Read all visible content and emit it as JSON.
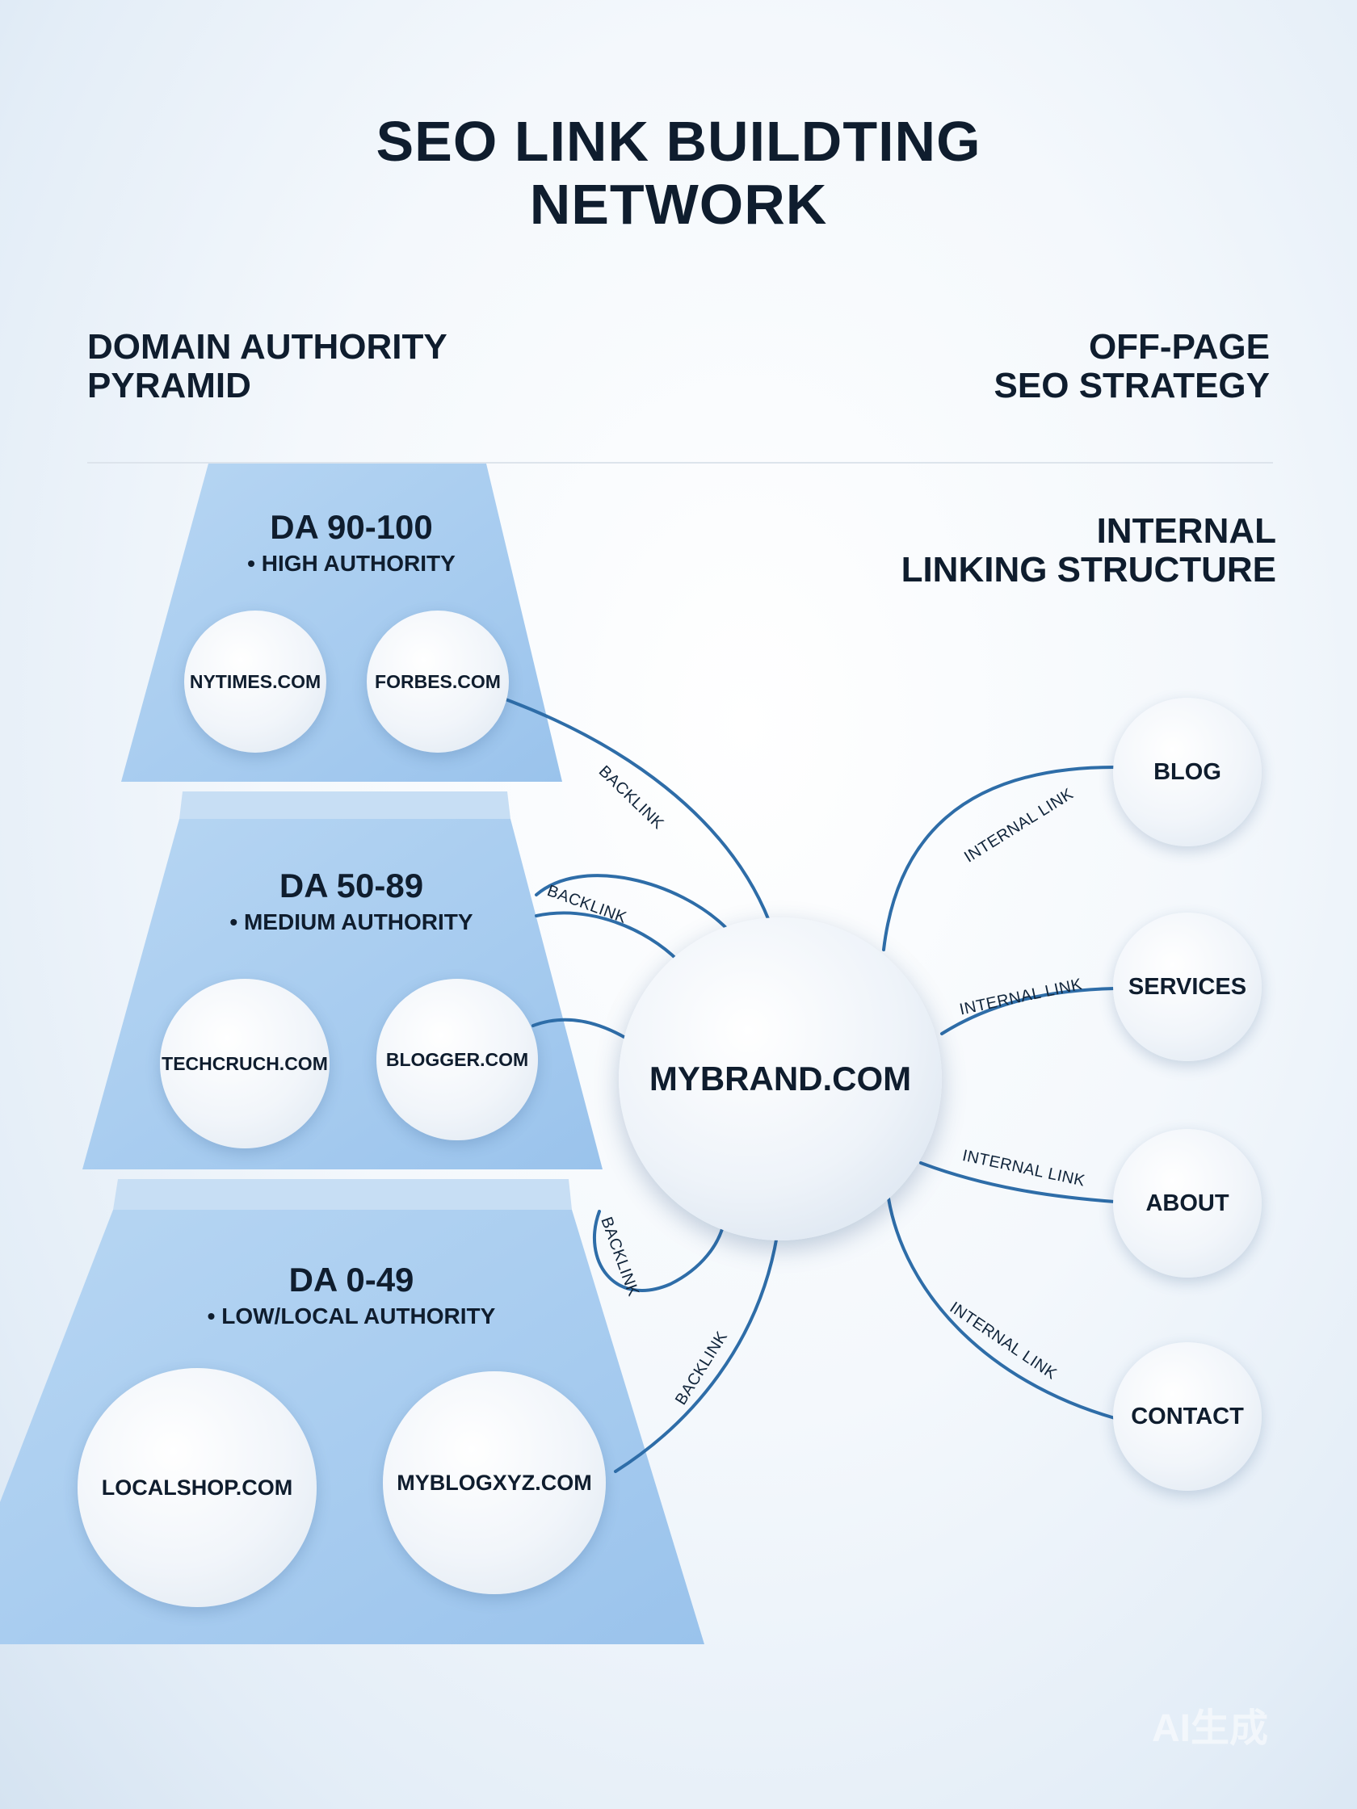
{
  "title": {
    "line1": "SEO LINK BUILDTING",
    "line2": "NETWORK"
  },
  "left_heading": {
    "line1": "DOMAIN AUTHORITY",
    "line2": "PYRAMID"
  },
  "right_heading": {
    "line1": "OFF-PAGE",
    "line2": "SEO STRATEGY"
  },
  "internal_heading": {
    "line1": "INTERNAL",
    "line2": "LINKING STRUCTURE"
  },
  "tiers": [
    {
      "da": "DA 90-100",
      "authority": "• HIGH AUTHORITY",
      "sites": [
        "NYTIMES.COM",
        "FORBES.COM"
      ]
    },
    {
      "da": "DA 50-89",
      "authority": "• MEDIUM AUTHORITY",
      "sites": [
        "TECHCRUCH.COM",
        "BLOGGER.COM"
      ]
    },
    {
      "da": "DA 0-49",
      "authority": "• LOW/LOCAL AUTHORITY",
      "sites": [
        "LOCALSHOP.COM",
        "MYBLOGXYZ.COM"
      ]
    }
  ],
  "hub": "MYBRAND.COM",
  "backlink_labels": [
    "BACKLINK",
    "BACKLINK",
    "BACKLINK",
    "BACKLINK"
  ],
  "internal_pages": [
    "BLOG",
    "SERVICES",
    "ABOUT",
    "CONTACT"
  ],
  "internal_link_labels": [
    "INTERNAL LINK",
    "INTERNAL LINK",
    "INTERNAL LINK",
    "INTERNAL LINK"
  ],
  "watermark": "AI生成",
  "colors": {
    "pyramid_fill": "#a9cdf0",
    "link_stroke": "#2e6da8",
    "text": "#0f1d2e"
  }
}
